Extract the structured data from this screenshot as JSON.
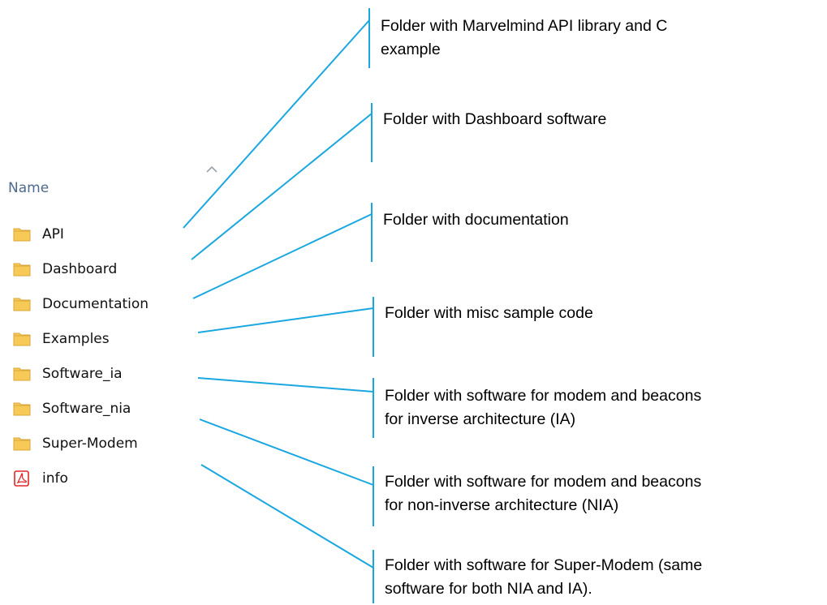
{
  "accent_color": "#1aa7e0",
  "folder_color": "#f7c957",
  "pdf_color": "#e02828",
  "column_header": {
    "label": "Name"
  },
  "files": [
    {
      "name": "API",
      "icon": "folder-icon"
    },
    {
      "name": "Dashboard",
      "icon": "folder-icon"
    },
    {
      "name": "Documentation",
      "icon": "folder-icon"
    },
    {
      "name": "Examples",
      "icon": "folder-icon"
    },
    {
      "name": "Software_ia",
      "icon": "folder-icon"
    },
    {
      "name": "Software_nia",
      "icon": "folder-icon"
    },
    {
      "name": "Super-Modem",
      "icon": "folder-icon"
    },
    {
      "name": "info",
      "icon": "pdf-icon"
    }
  ],
  "callouts": [
    {
      "line1": "Folder with Marvelmind API library and C",
      "line2": "example"
    },
    {
      "line1": "Folder with Dashboard software",
      "line2": ""
    },
    {
      "line1": "Folder with documentation",
      "line2": ""
    },
    {
      "line1": "Folder with misc sample code",
      "line2": ""
    },
    {
      "line1": "Folder with software for modem and beacons",
      "line2": "for inverse architecture (IA)"
    },
    {
      "line1": "Folder with software for modem and beacons",
      "line2": "for non-inverse architecture (NIA)"
    },
    {
      "line1": "Folder with software for Super-Modem (same",
      "line2": "software for both NIA and IA)."
    }
  ]
}
